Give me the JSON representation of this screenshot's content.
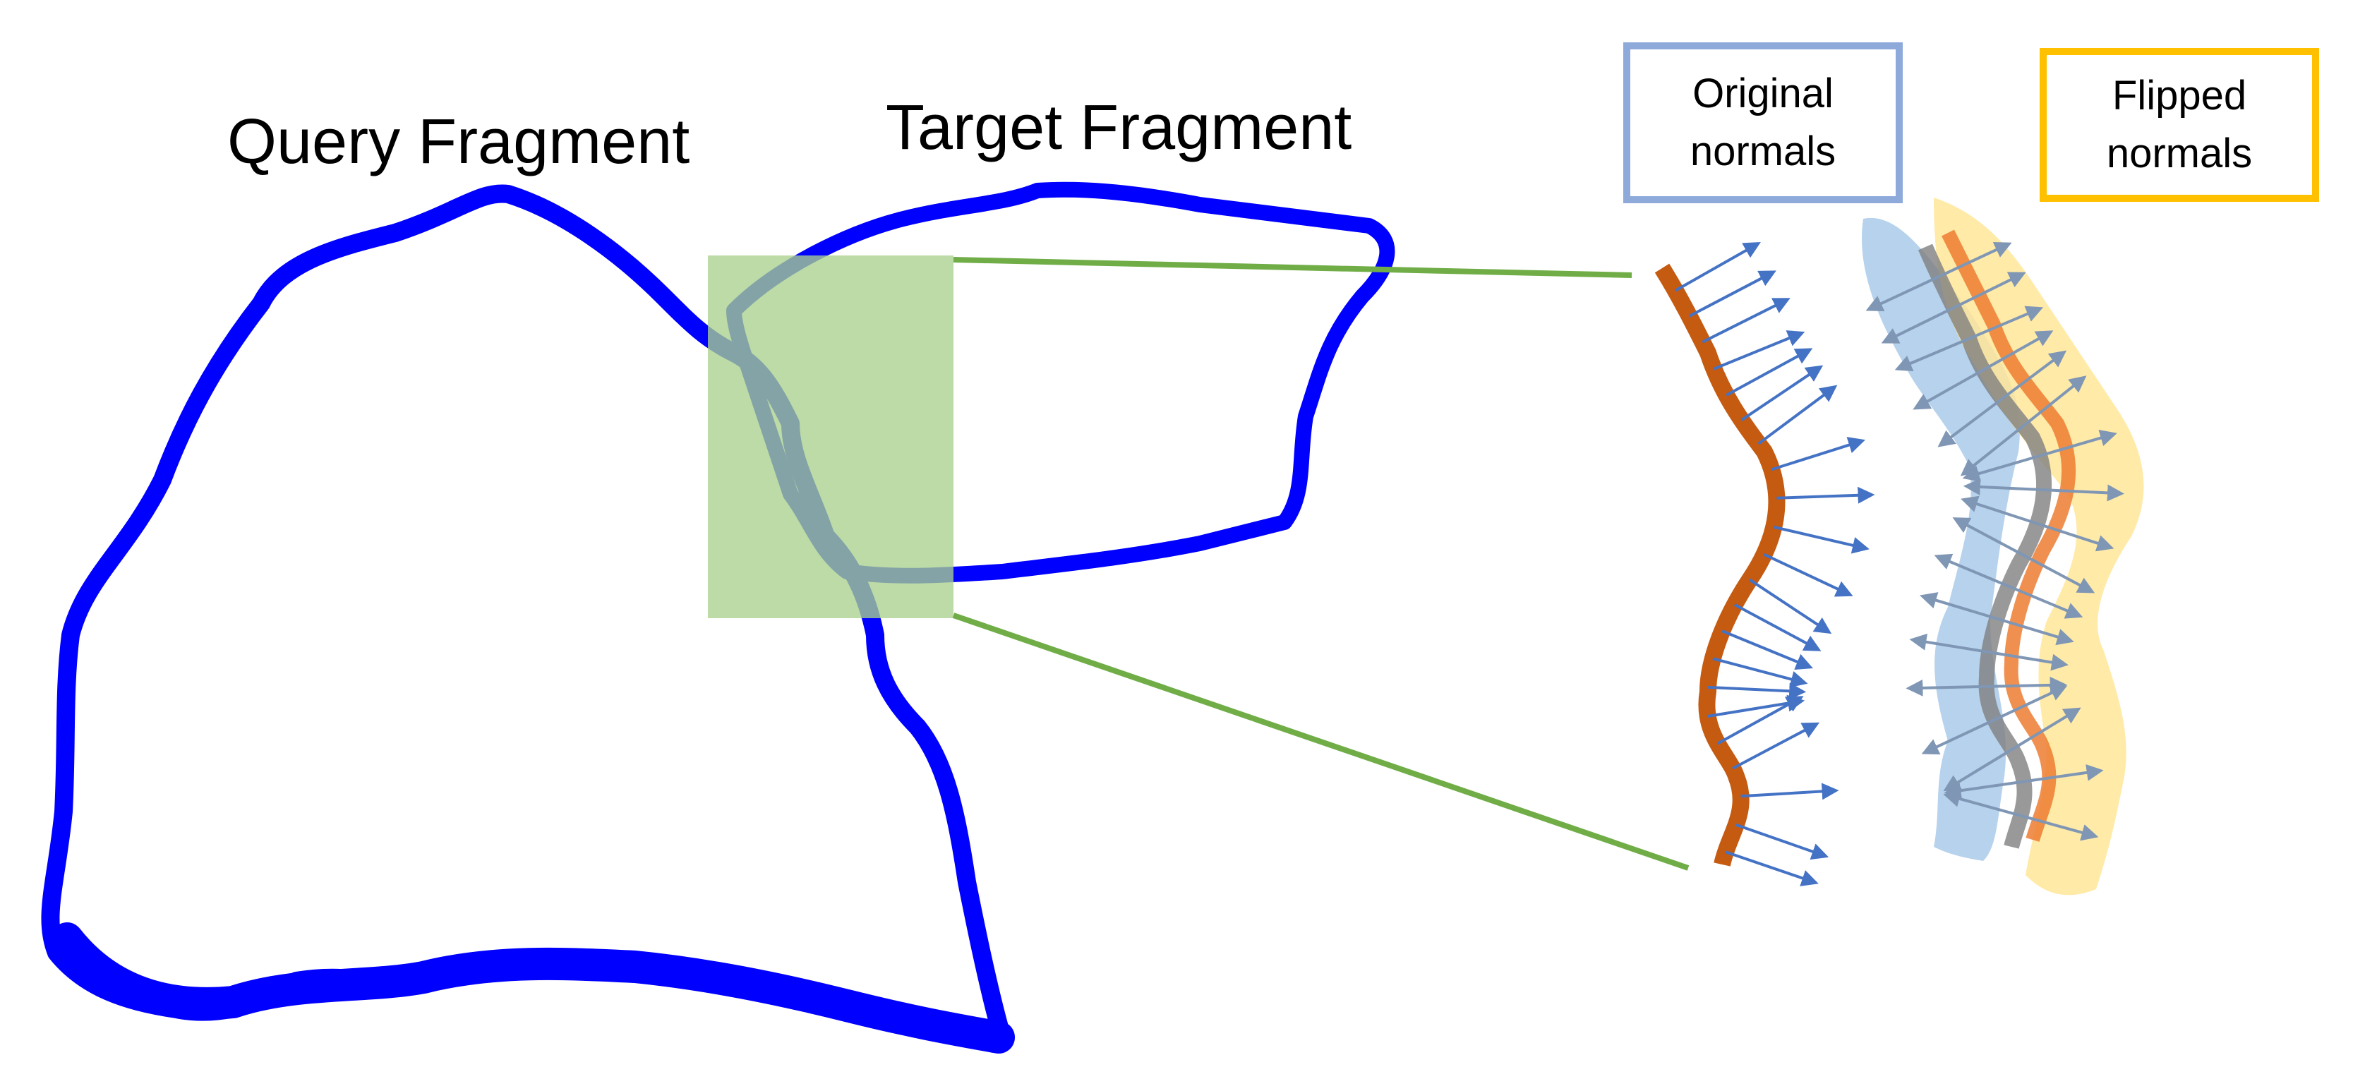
{
  "labels": {
    "query_fragment": "Query Fragment",
    "target_fragment": "Target Fragment"
  },
  "legend": {
    "original": {
      "line1": "Original",
      "line2": "normals"
    },
    "flipped": {
      "line1": "Flipped",
      "line2": "normals"
    }
  },
  "colors": {
    "fragment_outline": "#0000ff",
    "zoom_box": "#a9d18e",
    "zoom_lines": "#70ad47",
    "curve": "#c55a11",
    "normals": "#4472c4",
    "original_box_border": "#8eaadb",
    "flipped_box_border": "#ffc000",
    "blue_band": "#9dc3e6",
    "orange_band": "#ffe699",
    "flipped_arrows": "#7f96b4"
  }
}
